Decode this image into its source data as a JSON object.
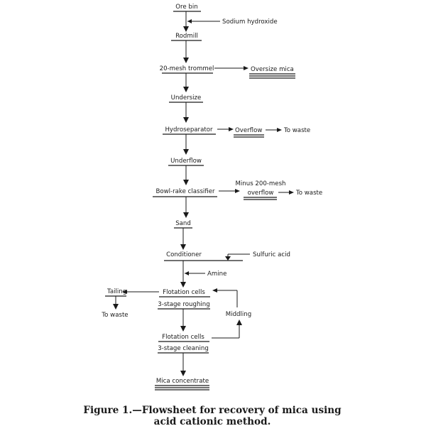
{
  "nodes": {
    "ore_bin": "Ore bin",
    "sodium_hydroxide": "Sodium hydroxide",
    "rodmill": "Rodmill",
    "trommel": "20-mesh trommel",
    "oversize_mica": "Oversize mica",
    "undersize": "Undersize",
    "hydroseparator": "Hydroseparator",
    "overflow": "Overflow",
    "to_waste_1": "To waste",
    "underflow": "Underflow",
    "classifier": "Bowl-rake classifier",
    "minus200_line1": "Minus 200-mesh",
    "minus200_line2": "overflow",
    "to_waste_2": "To waste",
    "sand": "Sand",
    "conditioner": "Conditioner",
    "sulfuric_acid": "Sulfuric acid",
    "amine": "Amine",
    "tailing": "Tailing",
    "to_waste_3": "To waste",
    "flotation_1": "Flotation cells",
    "roughing": "3-stage roughing",
    "middling": "Middling",
    "flotation_2": "Flotation cells",
    "cleaning": "3-stage cleaning",
    "mica_concentrate": "Mica concentrate"
  },
  "caption": {
    "line1": "Figure 1.—Flowsheet for recovery of mica using",
    "line2": "acid cationic method."
  }
}
